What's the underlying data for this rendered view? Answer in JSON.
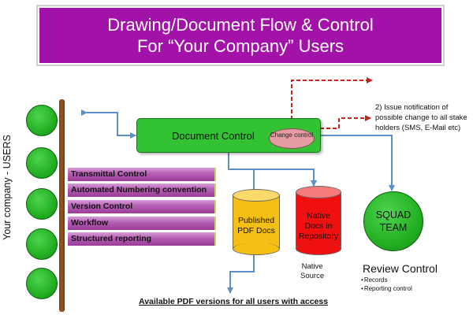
{
  "title": {
    "line1": "Drawing/Document Flow & Control",
    "line2": "For “Your Company” Users"
  },
  "users_label": "Your company - USERS",
  "steps": [
    "Transmittal Control",
    "Automated Numbering convention",
    "Version Control",
    "Workflow",
    "Structured reporting"
  ],
  "document_control": {
    "label": "Document Control",
    "change_control": "Change control"
  },
  "published": {
    "line1": "Published",
    "line2": "PDF Docs"
  },
  "native": {
    "line1": "Native",
    "line2": "Docs in",
    "line3": "Repository",
    "source_line1": "Native",
    "source_line2": "Source"
  },
  "squad": {
    "line1": "SQUAD",
    "line2": "TEAM"
  },
  "review": {
    "title": "Review Control",
    "items": [
      "Records",
      "Reporting control"
    ]
  },
  "notification": "2) Issue notification of possible change to all stake holders (SMS, E-Mail etc)",
  "bottom_note": "Available PDF versions for all users with access",
  "colors": {
    "title_bg": "#a212a8",
    "green": "#33c233",
    "arrow_blue": "#5b8fc7",
    "dashed_red": "#c0241c",
    "post_brown": "#8b4a16",
    "step_purple": "#b55db3",
    "cyl_yellow": "#f6bf14",
    "cyl_red": "#f01010",
    "change_pink": "#e59ca3"
  }
}
